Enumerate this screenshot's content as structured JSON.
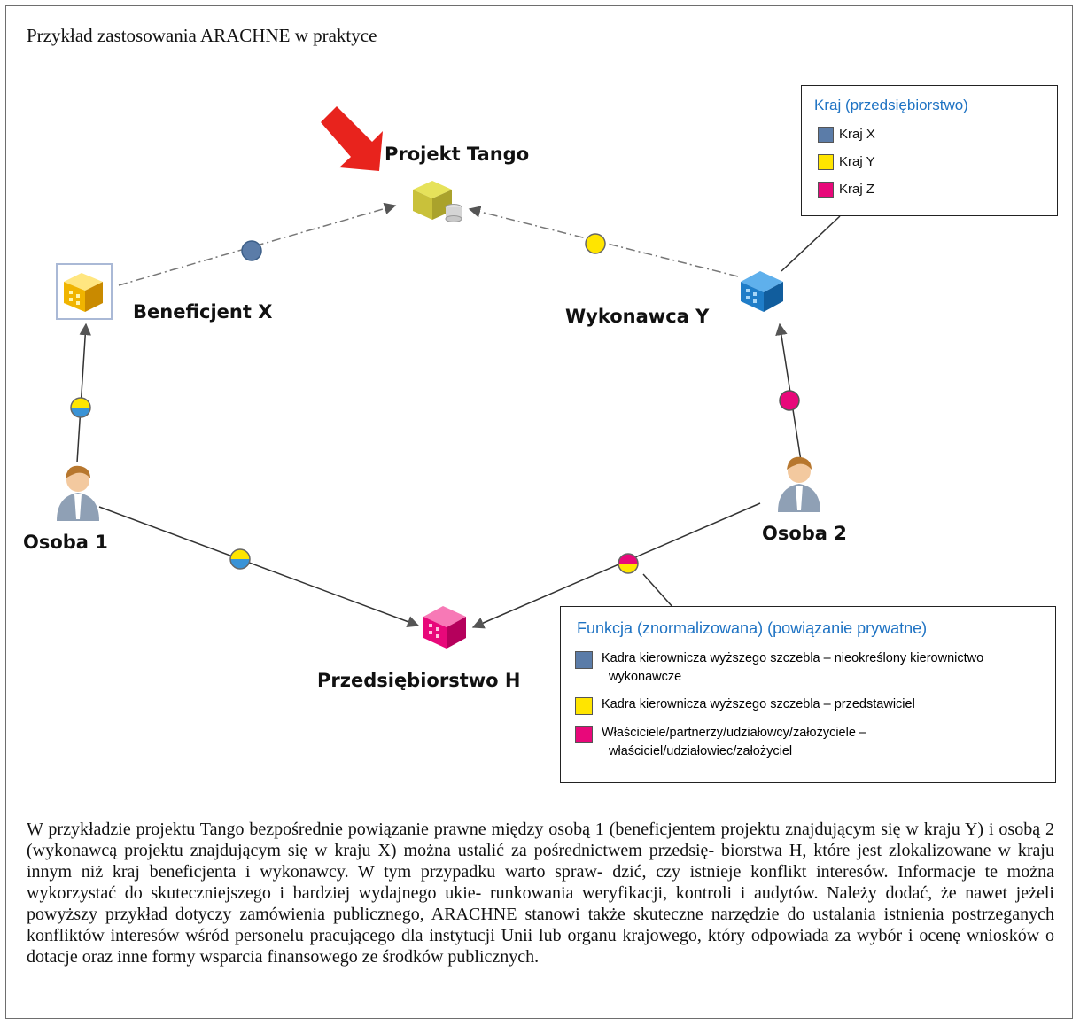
{
  "caption": "Przykład zastosowania ARACHNE w praktyce",
  "colors": {
    "blue": "#5b7ca8",
    "yellow": "#ffe500",
    "magenta": "#e8087a",
    "legend_title": "#1f73c3",
    "arrow_red": "#e8231d"
  },
  "nodes": {
    "project": {
      "label": "Projekt Tango",
      "icon": "project-icon"
    },
    "beneficiary": {
      "label": "Beneficjent X",
      "icon": "company-icon"
    },
    "contractor": {
      "label": "Wykonawca Y",
      "icon": "company-icon"
    },
    "person1": {
      "label": "Osoba 1",
      "icon": "person-icon"
    },
    "person2": {
      "label": "Osoba 2",
      "icon": "person-icon"
    },
    "company_h": {
      "label": "Przedsiębiorstwo H",
      "icon": "company-icon"
    }
  },
  "legend_country": {
    "title": "Kraj (przedsiębiorstwo)",
    "items": [
      {
        "label": "Kraj X",
        "color": "#5b7ca8"
      },
      {
        "label": "Kraj Y",
        "color": "#ffe500"
      },
      {
        "label": "Kraj Z",
        "color": "#e8087a"
      }
    ]
  },
  "legend_function": {
    "title": "Funkcja (znormalizowana) (powiązanie prywatne)",
    "items": [
      {
        "line1": "Kadra kierownicza wyższego szczebla – nieokreślony kierownictwo",
        "line2": "wykonawcze",
        "color": "#5b7ca8"
      },
      {
        "line1": "Kadra kierownicza wyższego szczebla – przedstawiciel",
        "line2": "",
        "color": "#ffe500"
      },
      {
        "line1": "Właściciele/partnerzy/udziałowcy/założyciele –",
        "line2": "właściciel/udziałowiec/założyciel",
        "color": "#e8087a"
      }
    ]
  },
  "paragraph": "W przykładzie projektu Tango bezpośrednie powiązanie prawne między osobą 1 (beneficjentem projektu znajdującym się w kraju Y) i osobą 2 (wykonawcą projektu znajdującym się w kraju X) można ustalić za pośrednictwem przedsię- biorstwa H, które jest zlokalizowane w kraju innym niż kraj beneficjenta i wykonawcy. W tym przypadku warto spraw- dzić, czy istnieje konflikt interesów. Informacje te można wykorzystać do skuteczniejszego i bardziej wydajnego ukie- runkowania weryfikacji, kontroli i audytów. Należy dodać, że nawet jeżeli powyższy przykład dotyczy zamówienia publicznego, ARACHNE stanowi także skuteczne narzędzie do ustalania istnienia postrzeganych konfliktów interesów wśród personelu pracującego dla instytucji Unii lub organu krajowego, który odpowiada za wybór i ocenę wniosków o dotacje oraz inne formy wsparcia finansowego ze środków publicznych."
}
